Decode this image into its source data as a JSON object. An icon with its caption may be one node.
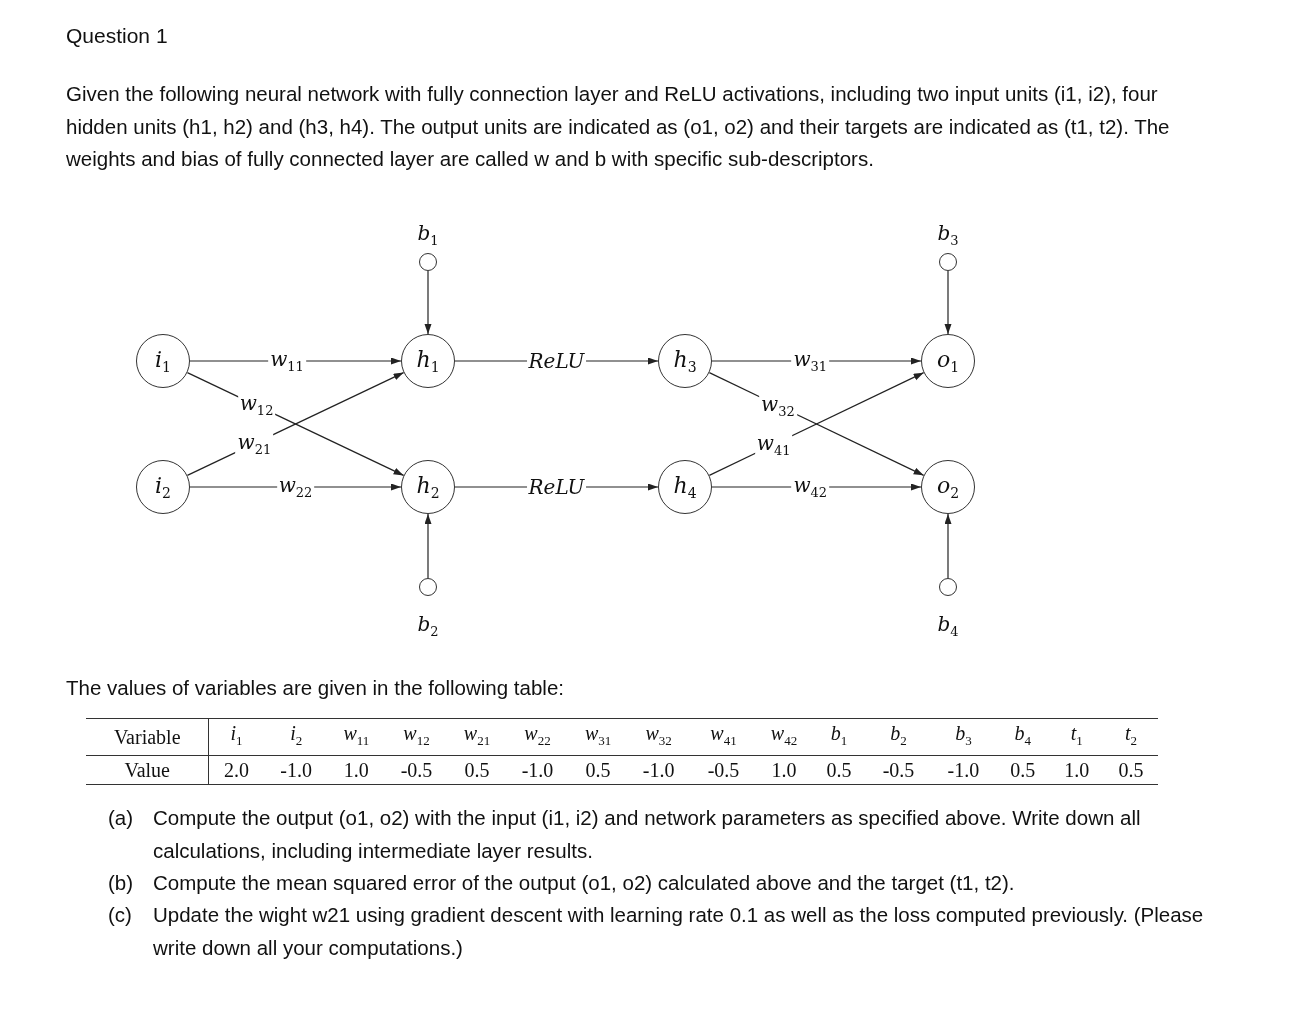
{
  "diagram": {
    "title": "Question 1",
    "nodes": [
      {
        "text": [
          "i$_{1}$"
        ]
      },
      {
        "text": [
          "i$_{2}$"
        ]
      },
      {
        "text": [],
        "shape": "circle",
        "beside": [
          "b$_{1}$"
        ]
      },
      {
        "text": [
          "h$_{1}$"
        ]
      },
      {
        "text": [
          "h$_{2}$"
        ]
      },
      {
        "text": [],
        "shape": "circle",
        "beside": [
          "b$_{2}$"
        ]
      },
      {
        "text": [
          "h$_{3}$"
        ]
      },
      {
        "text": [
          "h$_{4}$"
        ]
      },
      {
        "text": [],
        "shape": "circle",
        "beside": [
          "b$_{3}$"
        ]
      },
      {
        "text": [
          "o$_{1}$"
        ]
      },
      {
        "text": [
          "o$_{2}$"
        ]
      },
      {
        "text": [],
        "shape": "circle",
        "beside": [
          "b$_{4}$"
        ]
      }
    ],
    "edges": [
      {
        "from": 2,
        "to": 3,
        "arrow": "to"
      },
      {
        "from": 0,
        "to": 3,
        "arrow": "to",
        "label": "w$_{11}$"
      },
      {
        "from": 0,
        "to": 4,
        "arrow": "to",
        "label": "w$_{12}$"
      },
      {
        "from": 1,
        "to": 3,
        "arrow": "to",
        "label": "w$_{21}$"
      },
      {
        "from": 1,
        "to": 4,
        "arrow": "to",
        "label": "w$_{22}$"
      },
      {
        "from": 5,
        "to": 4,
        "arrow": "to"
      },
      {
        "from": 3,
        "to": 6,
        "arrow": "to",
        "label": "ReLU"
      },
      {
        "from": 4,
        "to": 7,
        "arrow": "to",
        "label": "ReLU"
      },
      {
        "from": 8,
        "to": 9,
        "arrow": "to"
      },
      {
        "from": 6,
        "to": 9,
        "arrow": "to",
        "label": "w$_{31}$"
      },
      {
        "from": 6,
        "to": 10,
        "arrow": "to",
        "label": "w$_{32}$"
      },
      {
        "from": 7,
        "to": 9,
        "arrow": "to",
        "label": "w$_{41}$"
      },
      {
        "from": 7,
        "to": 10,
        "arrow": "to",
        "label": "w$_{42}$"
      },
      {
        "from": 11,
        "to": 10,
        "arrow": "to"
      }
    ],
    "labels": [
      "Given the following neural network with fully connection layer and ReLU activations, including two input units (i1, i2), four hidden units (h1, h2) and (h3, h4). The output units are indicated as (o1, o2) and their targets are indicated as (t1, t2). The weights and bias of fully connected layer are called w and b with specific sub-descriptors.",
      "The values of variables are given in the following table:",
      "Variable",
      "i$_{1}$",
      "i$_{2}$",
      "w$_{11}$",
      "w$_{12}$",
      "w$_{21}$",
      "w$_{22}$",
      "w$_{31}$",
      "w$_{32}$",
      "w$_{41}$",
      "w$_{42}$",
      "b$_{1}$",
      "b$_{2}$",
      "b$_{3}$",
      "b$_{4}$",
      "t$_{1}$",
      "t$_{2}$",
      "Value",
      "2.0",
      "-1.0",
      "1.0",
      "-0.5",
      "0.5",
      "-1.0",
      "0.5",
      "-1.0",
      "-0.5",
      "1.0",
      "0.5",
      "-0.5",
      "-1.0",
      "0.5",
      "1.0",
      "0.5",
      "(a)",
      "Compute the output (o1, o2) with the input (i1, i2) and network parameters as specified above. Write down all calculations, including intermediate layer results.",
      "(b)",
      "Compute the mean squared error of the output (o1, o2) calculated above and the target (t1, t2).",
      "(c)",
      "Update the wight w21 using gradient descent with learning rate 0.1 as well as the loss computed previously. (Please write down all your computations.)"
    ]
  }
}
